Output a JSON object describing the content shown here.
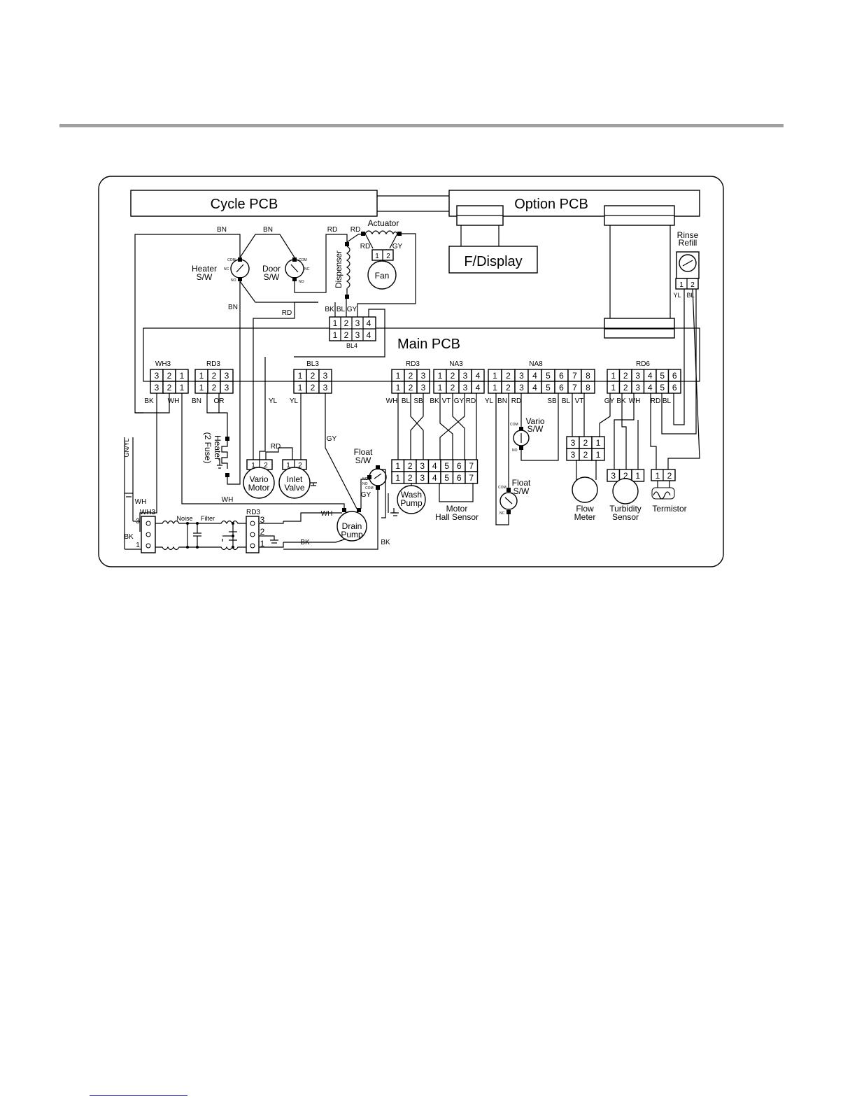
{
  "boards": {
    "cycle_pcb": "Cycle PCB",
    "option_pcb": "Option PCB",
    "f_display": "F/Display",
    "main_pcb": "Main PCB"
  },
  "components": {
    "actuator": "Actuator",
    "fan": "Fan",
    "dispenser": "Dispenser",
    "heater_sw": [
      "Heater",
      "S/W"
    ],
    "door_sw": [
      "Door",
      "S/W"
    ],
    "rinse_refill": [
      "Rinse",
      "Refill"
    ],
    "heater": [
      "(2 Fuse)",
      "Heater"
    ],
    "vario_motor": [
      "Vario",
      "Motor"
    ],
    "inlet_valve": [
      "Inlet",
      "Valve"
    ],
    "drain_pump": [
      "Drain",
      "Pump"
    ],
    "float_sw_left": [
      "Float",
      "S/W"
    ],
    "wash_pump": [
      "Wash",
      "Pump"
    ],
    "motor_hall_sensor": [
      "Motor",
      "Hall Sensor"
    ],
    "vario_sw": [
      "Vario",
      "S/W"
    ],
    "float_sw_right": [
      "Float",
      "S/W"
    ],
    "flow_meter": [
      "Flow",
      "Meter"
    ],
    "turbidity_sensor": [
      "Turbidity",
      "Sensor"
    ],
    "termistor": "Termistor",
    "noise_filter": [
      "Noise",
      "Filter"
    ]
  },
  "switch_pins": {
    "com": "COM",
    "nc": "NC",
    "no": "NO"
  },
  "connectors": {
    "bl4": {
      "name": "BL4",
      "pins": [
        "1",
        "2",
        "3",
        "4"
      ],
      "wires": [
        "BK",
        "BL",
        "GY"
      ]
    },
    "wh3": {
      "name": "WH3",
      "pins": [
        "3",
        "2",
        "1"
      ],
      "wires": [
        "BK",
        "WH"
      ]
    },
    "rd3_left": {
      "name": "RD3",
      "pins": [
        "1",
        "2",
        "3"
      ],
      "wires": [
        "BN",
        "OR"
      ]
    },
    "bl3": {
      "name": "BL3",
      "pins": [
        "1",
        "2",
        "3"
      ],
      "wires": [
        "YL",
        "YL",
        "GY"
      ]
    },
    "rd3_mid": {
      "name": "RD3",
      "pins": [
        "1",
        "2",
        "3"
      ],
      "wires": [
        "WH",
        "BL",
        "SB"
      ]
    },
    "na3": {
      "name": "NA3",
      "pins": [
        "1",
        "2",
        "3",
        "4"
      ],
      "wires": [
        "BK",
        "VT",
        "GY",
        "RD"
      ]
    },
    "na8": {
      "name": "NA8",
      "pins": [
        "1",
        "2",
        "3",
        "4",
        "5",
        "6",
        "7",
        "8"
      ],
      "wires": [
        "YL",
        "BN",
        "RD",
        "SB",
        "BL",
        "VT"
      ]
    },
    "rd6": {
      "name": "RD6",
      "pins": [
        "1",
        "2",
        "3",
        "4",
        "5",
        "6"
      ],
      "wires": [
        "GY",
        "BK",
        "WH",
        "RD",
        "BL"
      ]
    },
    "fan_conn": {
      "pins": [
        "1",
        "2"
      ]
    },
    "rinse_conn": {
      "pins": [
        "1",
        "2"
      ],
      "wires": [
        "YL",
        "BL"
      ]
    },
    "vario_conn": {
      "pins": [
        "1",
        "2"
      ]
    },
    "inlet_conn": {
      "pins": [
        "1",
        "2"
      ]
    },
    "wash_conn": {
      "pins": [
        "1",
        "2",
        "3",
        "4",
        "5",
        "6",
        "7"
      ]
    },
    "flow_conn": {
      "pins": [
        "3",
        "2",
        "1"
      ]
    },
    "turb_conn": {
      "pins": [
        "3",
        "2",
        "1"
      ]
    },
    "term_conn": {
      "pins": [
        "1",
        "2"
      ]
    },
    "wh3_term": {
      "name": "WH3",
      "pins": [
        "3",
        "1"
      ]
    },
    "rd3_term": {
      "name": "RD3",
      "pins": [
        "3",
        "2",
        "1"
      ]
    }
  },
  "wire_labels": {
    "bn": "BN",
    "rd": "RD",
    "gy": "GY",
    "yl": "YL",
    "wh": "WH",
    "bk": "BK",
    "gnyl": "GN/YL",
    "bl": "BL",
    "or": "OR"
  }
}
